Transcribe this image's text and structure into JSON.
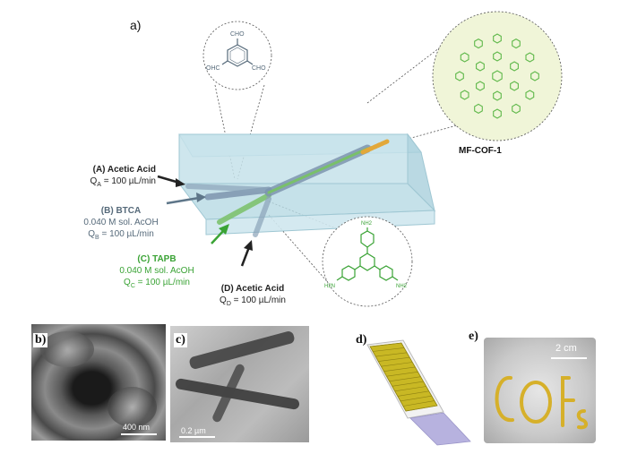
{
  "panel_labels": {
    "a": "a)",
    "b": "b)",
    "c": "c)",
    "d": "d)",
    "e": "e)"
  },
  "inlets": {
    "A": {
      "title": "(A) Acetic Acid",
      "flow": "Q",
      "flow_sub": "A",
      "flow_val": " = 100 µL/min"
    },
    "B": {
      "title": "(B) BTCA",
      "conc": "0.040 M sol. AcOH",
      "flow": "Q",
      "flow_sub": "B",
      "flow_val": " = 100 µL/min"
    },
    "C": {
      "title": "(C) TAPB",
      "conc": "0.040 M sol. AcOH",
      "flow": "Q",
      "flow_sub": "C",
      "flow_val": " = 100 µL/min"
    },
    "D": {
      "title": "(D) Acetic Acid",
      "flow": "Q",
      "flow_sub": "D",
      "flow_val": " = 100 µL/min"
    }
  },
  "product_label": "MF-COF-1",
  "btca_groups": {
    "top": "CHO",
    "left": "OHC",
    "right": "CHO"
  },
  "tapb_groups": {
    "top": "NH2",
    "left": "H2N",
    "right": "NH2"
  },
  "scalebars": {
    "b": "400 nm",
    "c": "0.2 µm",
    "e": "2 cm"
  },
  "colors": {
    "green": "#3aa335",
    "dark": "#333333",
    "slate": "#566a7a",
    "chip": "#b9dbe6"
  }
}
